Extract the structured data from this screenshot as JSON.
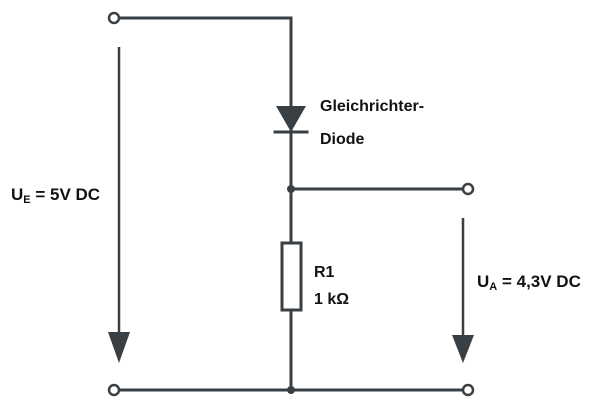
{
  "diagram": {
    "type": "circuit-schematic",
    "title": "",
    "colors": {
      "wire": "#3a3f44",
      "text": "#111111",
      "background": "#ffffff"
    },
    "input_voltage": {
      "symbol": "U",
      "subscript": "E",
      "rest": " = 5V DC"
    },
    "output_voltage": {
      "symbol": "U",
      "subscript": "A",
      "rest": " = 4,3V DC"
    },
    "diode": {
      "label_line1": "Gleichrichter-",
      "label_line2": "Diode"
    },
    "resistor": {
      "name": "R1",
      "value": "1 kΩ"
    }
  }
}
